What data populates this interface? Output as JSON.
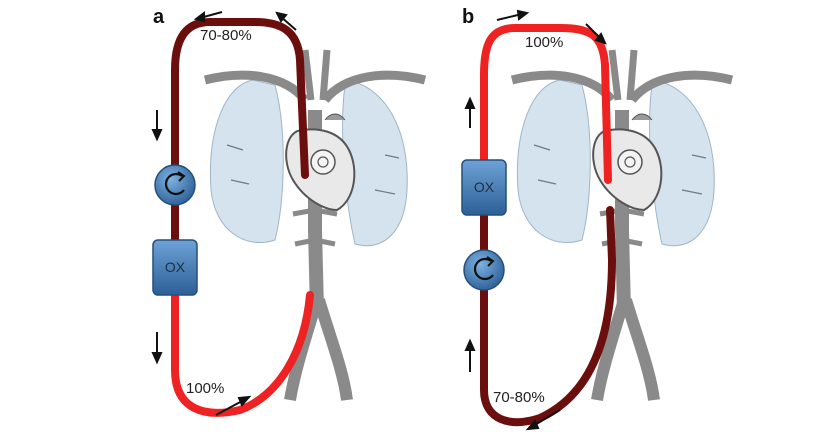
{
  "panels": [
    {
      "letter": "a",
      "top_saturation": "70-80%",
      "bottom_saturation": "100%",
      "oxygenator_label": "OX",
      "pump_icon": "circular-arrow-icon"
    },
    {
      "letter": "b",
      "top_saturation": "100%",
      "bottom_saturation": "70-80%",
      "oxygenator_label": "OX",
      "pump_icon": "circular-arrow-icon"
    }
  ],
  "colors": {
    "deoxygenated": "#6b0e0e",
    "oxygenated": "#ee2222",
    "component_blue": "#3d78b4",
    "lung_fill": "#d5e3ef",
    "vessel_gray": "#8a8a8a"
  }
}
